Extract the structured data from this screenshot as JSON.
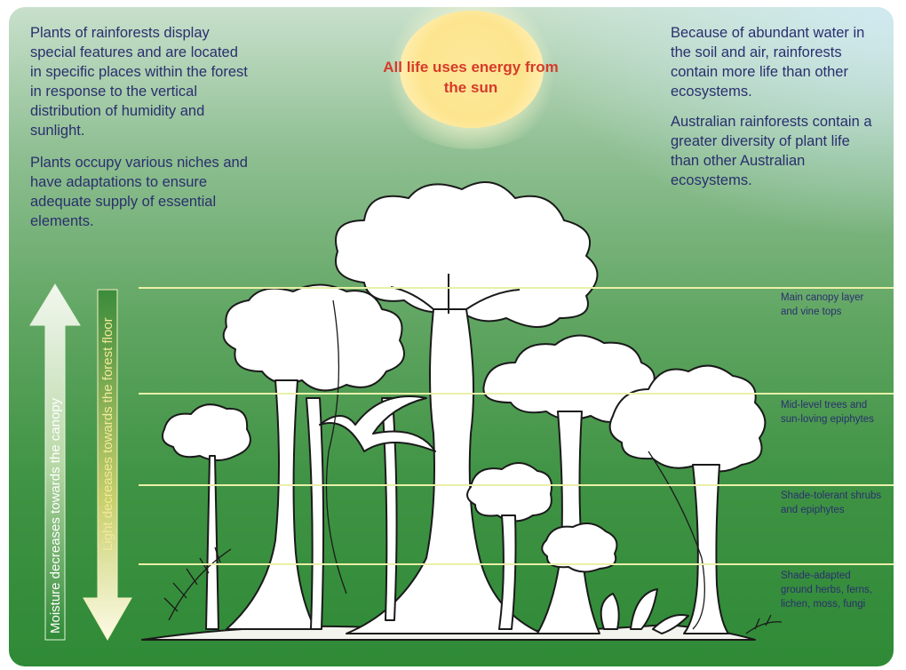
{
  "intro_left": [
    "Plants of rainforests display special features and are located in specific places within the forest in response to the vertical distribution of humidity and sunlight.",
    "Plants occupy various niches and have adaptations to ensure adequate supply of essential elements."
  ],
  "intro_right": [
    "Because of abundant water in the soil and air, rainforests contain more life than other ecosystems.",
    "Australian rainforests contain a greater diversity of plant life than other Australian ecosystems."
  ],
  "sun_label": "All life uses energy from the sun",
  "arrows": {
    "moisture": "Moisture decreases towards the canopy",
    "light": "Light decreases towards the forest floor"
  },
  "layers": [
    {
      "label_line1": "Main canopy layer",
      "label_line2": "and vine tops"
    },
    {
      "label_line1": "Mid-level trees and",
      "label_line2": "sun-loving epiphytes"
    },
    {
      "label_line1": "Shade-tolerant shrubs",
      "label_line2": "and epiphytes"
    },
    {
      "label_line1": "Shade-adapted",
      "label_line2": "ground herbs, ferns,",
      "label_line3": "lichen, moss, fungi"
    }
  ],
  "colors": {
    "text": "#2a2f6e",
    "sun_text": "#d63b2a",
    "sun": "#fde89a",
    "layer_line": "#e9f0a8",
    "background_top": "#c8e0cc",
    "background_bottom": "#2f8a36"
  }
}
